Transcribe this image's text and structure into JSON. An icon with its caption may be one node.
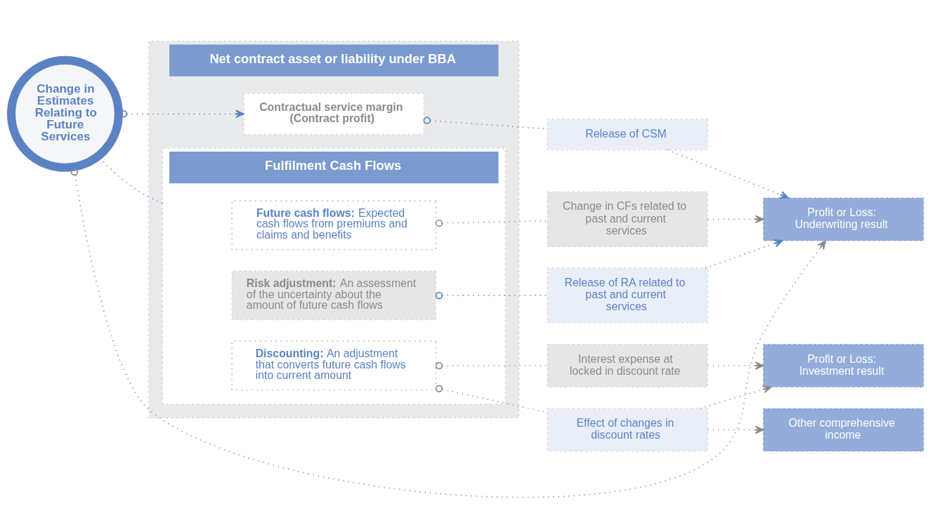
{
  "diagram": {
    "nodes": [
      {
        "text": [
          "Change in Estimates Relating to Future Services"
        ]
      },
      {
        "text": [
          "Net contract asset or liability under BBA"
        ]
      },
      {
        "text": [
          "Contractual service margin (Contract profit)"
        ],
        "in": 1
      },
      {
        "text": [
          "Fulfilment Cash Flows"
        ],
        "in": 1
      },
      {
        "text": [
          "**Future cash flows:** Expected cash flows from premiums and claims and benefits"
        ],
        "in": 3
      },
      {
        "text": [
          "**Risk adjustment:** An assessment of the uncertainty about the amount of future cash flows"
        ],
        "in": 3
      },
      {
        "text": [
          "**Discounting:** An adjustment that converts future cash flows into current amount"
        ],
        "in": 3
      },
      {
        "text": [
          "Release of CSM"
        ]
      },
      {
        "text": [
          "Change in CFs related to past and current services"
        ]
      },
      {
        "text": [
          "Release of RA related to past and current services"
        ]
      },
      {
        "text": [
          "Interest expense at locked in discount rate"
        ]
      },
      {
        "text": [
          "Effect of changes in discount rates"
        ]
      },
      {
        "text": [
          "Profit or Loss: Underwriting result"
        ]
      },
      {
        "text": [
          "Profit or Loss: Investment result"
        ]
      },
      {
        "text": [
          "Other comprehensive income"
        ]
      }
    ],
    "edges": [
      {
        "from": 0,
        "to": 12,
        "arrow": "to"
      },
      {
        "from": 0,
        "to": 2,
        "arrow": "to",
        "color": "#5b83c4"
      },
      {
        "from": 3,
        "to": 0,
        "arrow": "none",
        "color": "#5b83c4"
      },
      {
        "from": 2,
        "to": 7,
        "arrow": "other",
        "color": "#5b83c4"
      },
      {
        "from": 4,
        "to": 8,
        "arrow": "other"
      },
      {
        "from": 5,
        "to": 9,
        "arrow": "other",
        "color": "#5b83c4"
      },
      {
        "from": 6,
        "to": 10,
        "arrow": "other"
      },
      {
        "from": 6,
        "to": 11,
        "arrow": "other"
      },
      {
        "from": 7,
        "to": 12,
        "arrow": "to",
        "color": "#5b83c4"
      },
      {
        "from": 8,
        "to": 12,
        "arrow": "to"
      },
      {
        "from": 9,
        "to": 12,
        "arrow": "to",
        "color": "#5b83c4"
      },
      {
        "from": 10,
        "to": 13,
        "arrow": "to"
      },
      {
        "from": 11,
        "to": 13,
        "arrow": "to"
      },
      {
        "from": 11,
        "to": 14,
        "arrow": "to"
      }
    ]
  }
}
